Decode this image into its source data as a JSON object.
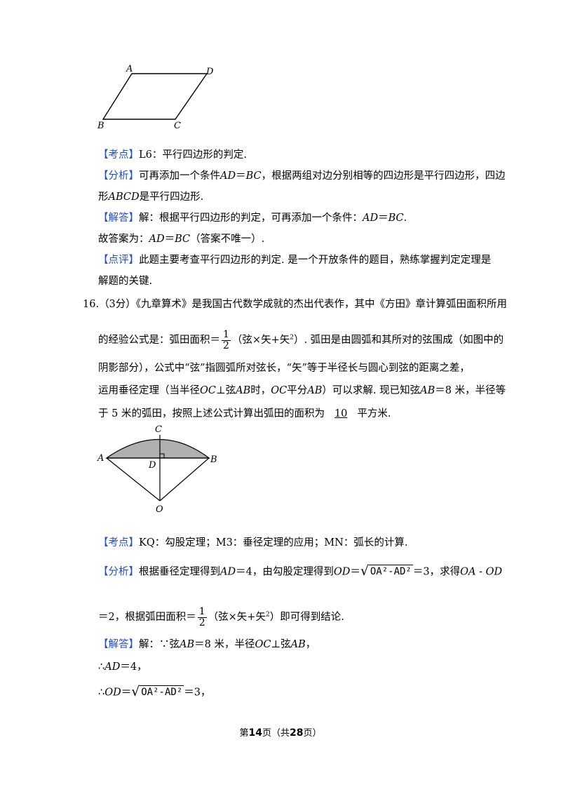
{
  "figure1": {
    "labels": {
      "A": "A",
      "D": "D",
      "B": "B",
      "C": "C"
    }
  },
  "q15": {
    "kaodian_tag": "【考点】",
    "kaodian_text": "L6：平行四边形的判定.",
    "fenxi_tag": "【分析】",
    "fenxi_l1_a": "可再添加一个条件",
    "fenxi_l1_b": "AD",
    "fenxi_l1_c": "＝",
    "fenxi_l1_d": "BC",
    "fenxi_l1_e": "，根据两组对边分别相等的四边形是平行四边形，四边",
    "fenxi_l2_a": "形",
    "fenxi_l2_b": "ABCD",
    "fenxi_l2_c": "是平行四边形.",
    "jieda_tag": "【解答】",
    "jieda_a": "解：根据平行四边形的判定，可再添加一个条件：",
    "jieda_b": "AD",
    "jieda_c": "＝",
    "jieda_d": "BC",
    "jieda_e": ".",
    "answer_a": "故答案为：",
    "answer_b": "AD",
    "answer_c": "＝",
    "answer_d": "BC",
    "answer_e": "（答案不唯一）.",
    "dianping_tag": "【点评】",
    "dianping_l1": "此题主要考查平行四边形的判定. 是一个开放条件的题目，熟练掌握判定定理是",
    "dianping_l2": "解题的关键."
  },
  "q16": {
    "number": "16.",
    "l1": "（3分）《九章算术》是我国古代数学成就的杰出代表作，其中《方田》章计算弧田面积所用",
    "l2_a": "的经验公式是：弧田面积＝",
    "frac_num": "1",
    "frac_den": "2",
    "l2_b": "（弦×矢+矢",
    "sup2": "2",
    "l2_c": "）. 弧田是由圆弧和其所对的弦围成（如图中的",
    "l3": "阴影部分），公式中“弦”指圆弧所对弦长，“矢”等于半径长与圆心到弦的距离之差，",
    "l4_a": "运用垂径定理（当半径",
    "l4_b": "OC",
    "l4_c": "⊥弦",
    "l4_d": "AB",
    "l4_e": "时，",
    "l4_f": "OC",
    "l4_g": "平分",
    "l4_h": "AB",
    "l4_i": "）可以求解. 现已知弦",
    "l4_j": "AB",
    "l4_k": "＝8 米，半径等",
    "l5_a": "于 5 米的弧田，按照上述公式计算出弧田的面积为",
    "l5_answer": "10",
    "l5_b": "平方米."
  },
  "figure2": {
    "labels": {
      "C": "C",
      "A": "A",
      "D": "D",
      "B": "B",
      "O": "O"
    },
    "fill_color": "#b0b0b0"
  },
  "sol16": {
    "kaodian_tag": "【考点】",
    "kaodian_text": "KQ：勾股定理；M3：垂径定理的应用；MN：弧长的计算.",
    "fenxi_tag": "【分析】",
    "fenxi_a": "根据垂径定理得到",
    "fenxi_b": "AD",
    "fenxi_c": "＝4，由勾股定理得到",
    "fenxi_d": "OD",
    "fenxi_e": "＝",
    "sqrt_expr": "OA²-AD²",
    "fenxi_f": "＝3，求得",
    "fenxi_g": "OA",
    "fenxi_h": " - ",
    "fenxi_i": "OD",
    "fenxi2_a": "＝2，根据弧田面积＝",
    "frac_num": "1",
    "frac_den": "2",
    "fenxi2_b": "（弦×矢+矢",
    "sup2": "2",
    "fenxi2_c": "）即可得到结论.",
    "jieda_tag": "【解答】",
    "jieda_a": "解：∵弦",
    "jieda_b": "AB",
    "jieda_c": "＝8 米，半径",
    "jieda_d": "OC",
    "jieda_e": "⊥弦",
    "jieda_f": "AB",
    "jieda_g": "，",
    "step1_a": "∴",
    "step1_b": "AD",
    "step1_c": "＝4，",
    "step2_a": "∴",
    "step2_b": "OD",
    "step2_c": "＝",
    "sqrt_expr2": "OA²-AD²",
    "step2_d": "＝3，"
  },
  "footer": {
    "a": "第",
    "page": "14",
    "b": "页（共",
    "total": "28",
    "c": "页）"
  }
}
